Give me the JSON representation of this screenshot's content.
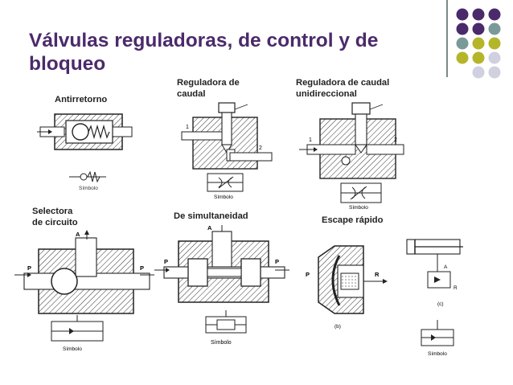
{
  "slide": {
    "title": "Válvulas reguladoras, de control y de bloqueo",
    "accent_color": "#4b2a6b",
    "decor_colors": [
      "#4b2a6b",
      "#7a9a9a",
      "#b5b52a",
      "#d0d0e0"
    ]
  },
  "figures": [
    {
      "label": "Antirretorno",
      "symbol_text": "Símbolo"
    },
    {
      "label": "Reguladora de\ncaudal",
      "symbol_text": "Símbolo",
      "port_labels": [
        "1",
        "2"
      ]
    },
    {
      "label": "Reguladora de caudal\nunidireccional",
      "symbol_text": "Símbolo",
      "port_labels": [
        "1",
        "2"
      ]
    },
    {
      "label": "Selectora\nde circuito",
      "port_labels": [
        "A",
        "P",
        "P"
      ],
      "symbol_text": "Símbolo"
    },
    {
      "label": "De simultaneidad",
      "port_labels": [
        "A",
        "P",
        "P"
      ],
      "symbol_text": "Símbolo"
    },
    {
      "label": "Escape rápido",
      "port_labels": [
        "P",
        "R",
        "A",
        "R",
        "(c)",
        "(b)"
      ],
      "symbol_text": "Símbolo"
    }
  ]
}
